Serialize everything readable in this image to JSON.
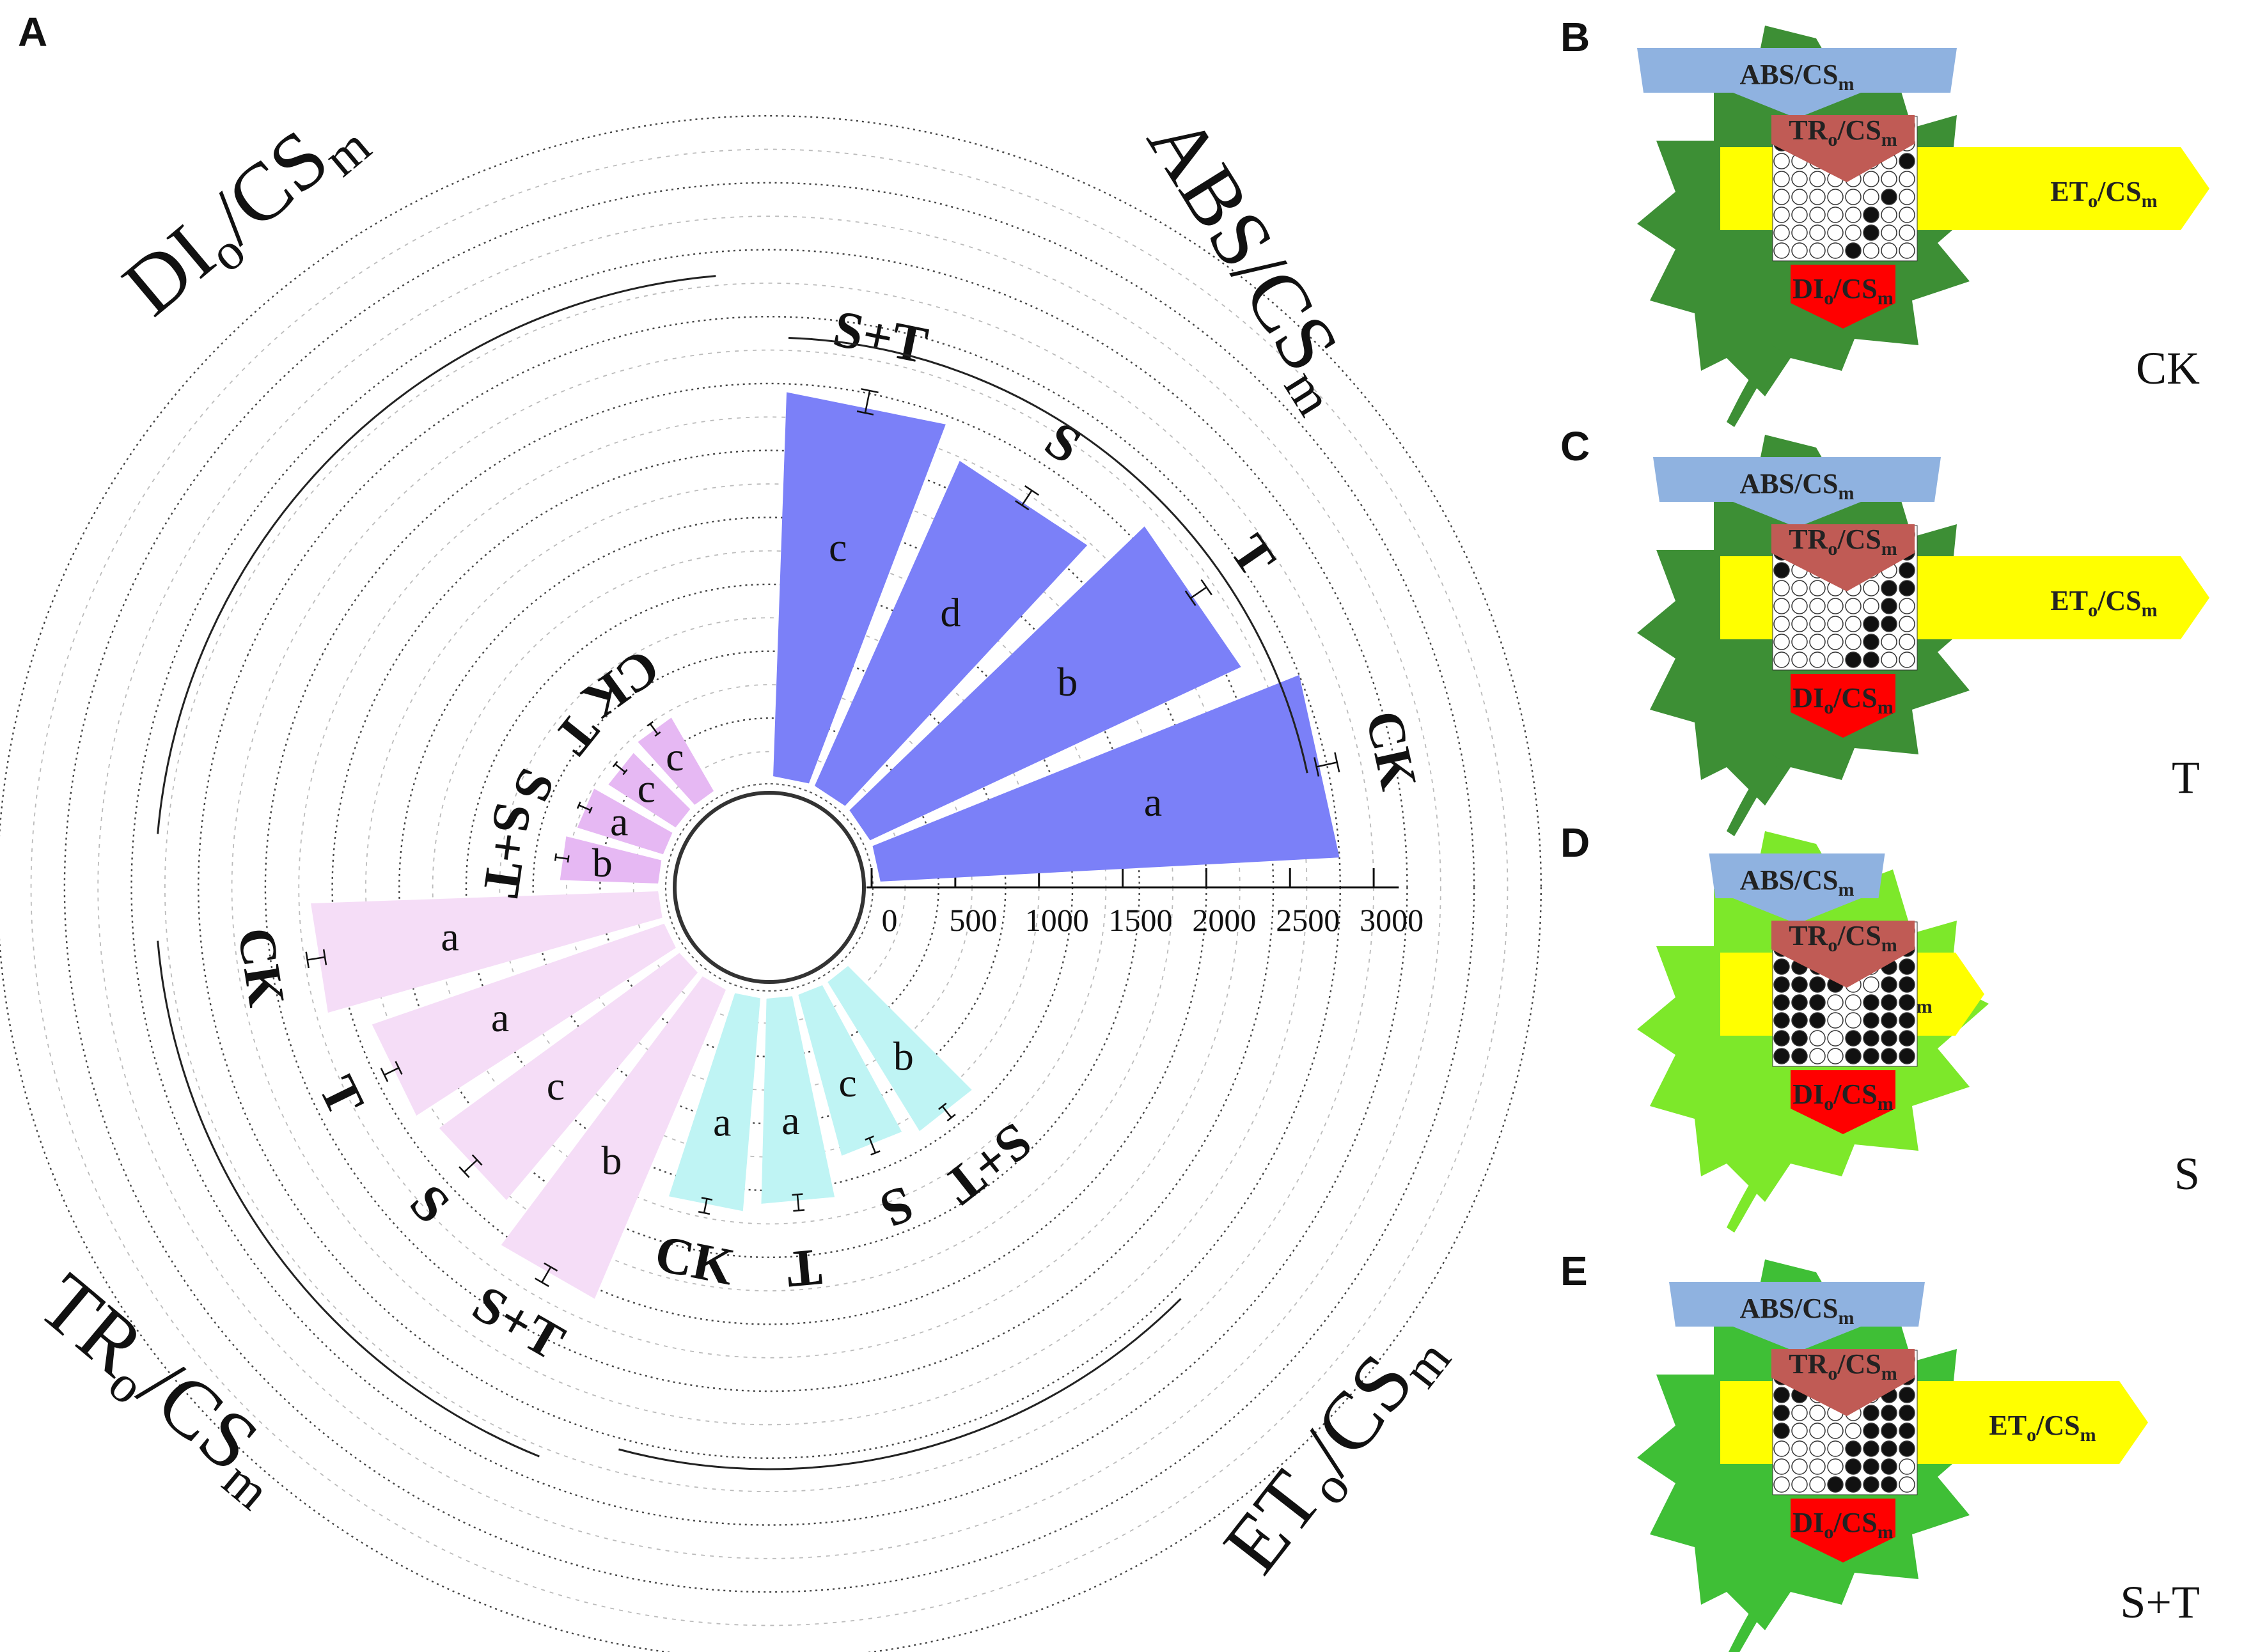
{
  "chart_data": {
    "type": "radial-bar",
    "panel_labels": [
      "A",
      "B",
      "C",
      "D",
      "E"
    ],
    "axis_ticks": [
      "0",
      "500",
      "1000",
      "1500",
      "2000",
      "2500",
      "3000"
    ],
    "ylim": [
      0,
      3000
    ],
    "groups": [
      {
        "name": "ABS/CS",
        "name_base": "ABS/CS",
        "name_sub": "m",
        "color": "#7b80f8",
        "bars": [
          {
            "treatment": "CK",
            "value": 2800,
            "err": 40,
            "letter": "a"
          },
          {
            "treatment": "T",
            "value": 2500,
            "err": 35,
            "letter": "b"
          },
          {
            "treatment": "S",
            "value": 2180,
            "err": 30,
            "letter": "d"
          },
          {
            "treatment": "S+T",
            "value": 2350,
            "err": 45,
            "letter": "c"
          }
        ]
      },
      {
        "name": "ET₀/CS",
        "name_base": "ET",
        "name_sub": "o",
        "name_base2": "/CS",
        "name_sub2": "m",
        "color": "#bff4f4",
        "bars": [
          {
            "treatment": "CK",
            "value": 1330,
            "err": 20,
            "letter": "a"
          },
          {
            "treatment": "T",
            "value": 1280,
            "err": 25,
            "letter": "a"
          },
          {
            "treatment": "S",
            "value": 1050,
            "err": 25,
            "letter": "c"
          },
          {
            "treatment": "S+T",
            "value": 1100,
            "err": 20,
            "letter": "b"
          }
        ]
      },
      {
        "name": "TR₀/CS",
        "name_base": "TR",
        "name_sub": "o",
        "name_base2": "/CS",
        "name_sub2": "m",
        "color": "#f5ddf7",
        "bars": [
          {
            "treatment": "CK",
            "value": 2130,
            "err": 30,
            "letter": "a"
          },
          {
            "treatment": "T",
            "value": 1900,
            "err": 25,
            "letter": "a"
          },
          {
            "treatment": "S",
            "value": 1830,
            "err": 30,
            "letter": "c"
          },
          {
            "treatment": "S+T",
            "value": 2060,
            "err": 30,
            "letter": "b"
          }
        ]
      },
      {
        "name": "DI₀/CS",
        "name_base": "DI",
        "name_sub": "o",
        "name_base2": "/CS",
        "name_sub2": "m",
        "color": "#e6b8f3",
        "bars": [
          {
            "treatment": "CK",
            "value": 560,
            "err": 15,
            "letter": "c"
          },
          {
            "treatment": "T",
            "value": 530,
            "err": 15,
            "letter": "c"
          },
          {
            "treatment": "S",
            "value": 590,
            "err": 15,
            "letter": "a"
          },
          {
            "treatment": "S+T",
            "value": 640,
            "err": 15,
            "letter": "b"
          }
        ]
      }
    ],
    "leaf_models": [
      {
        "panel": "B",
        "caption": "CK",
        "leaf_color": "#3d8f35",
        "leaf_light": "#2e7d2a",
        "abs_scale": 1.0,
        "et_scale": 1.0,
        "closed_fraction": 0.08
      },
      {
        "panel": "C",
        "caption": "T",
        "leaf_color": "#3d8f35",
        "leaf_light": "#2e7d2a",
        "abs_scale": 0.9,
        "et_scale": 1.0,
        "closed_fraction": 0.22
      },
      {
        "panel": "D",
        "caption": "S",
        "leaf_color": "#7de82a",
        "leaf_light": "#9cf23f",
        "abs_scale": 0.55,
        "et_scale": 0.45,
        "closed_fraction": 0.75
      },
      {
        "panel": "E",
        "caption": "S+T",
        "leaf_color": "#3fbf36",
        "leaf_light": "#2ea82a",
        "abs_scale": 0.8,
        "et_scale": 0.85,
        "closed_fraction": 0.45
      }
    ],
    "leaf_labels": {
      "abs": {
        "base": "ABS/CS",
        "sub": "m"
      },
      "tr": {
        "base": "TR",
        "sub": "o",
        "base2": "/CS",
        "sub2": "m"
      },
      "et": {
        "base": "ET",
        "sub": "o",
        "base2": "/CS",
        "sub2": "m"
      },
      "di": {
        "base": "DI",
        "sub": "o",
        "base2": "/CS",
        "sub2": "m"
      }
    },
    "colors": {
      "abs_bar": "#7b80f8",
      "abs_box": "#8fb2e0",
      "tr": "#c05b55",
      "et": "#ffff00",
      "di": "#ff0000"
    }
  }
}
